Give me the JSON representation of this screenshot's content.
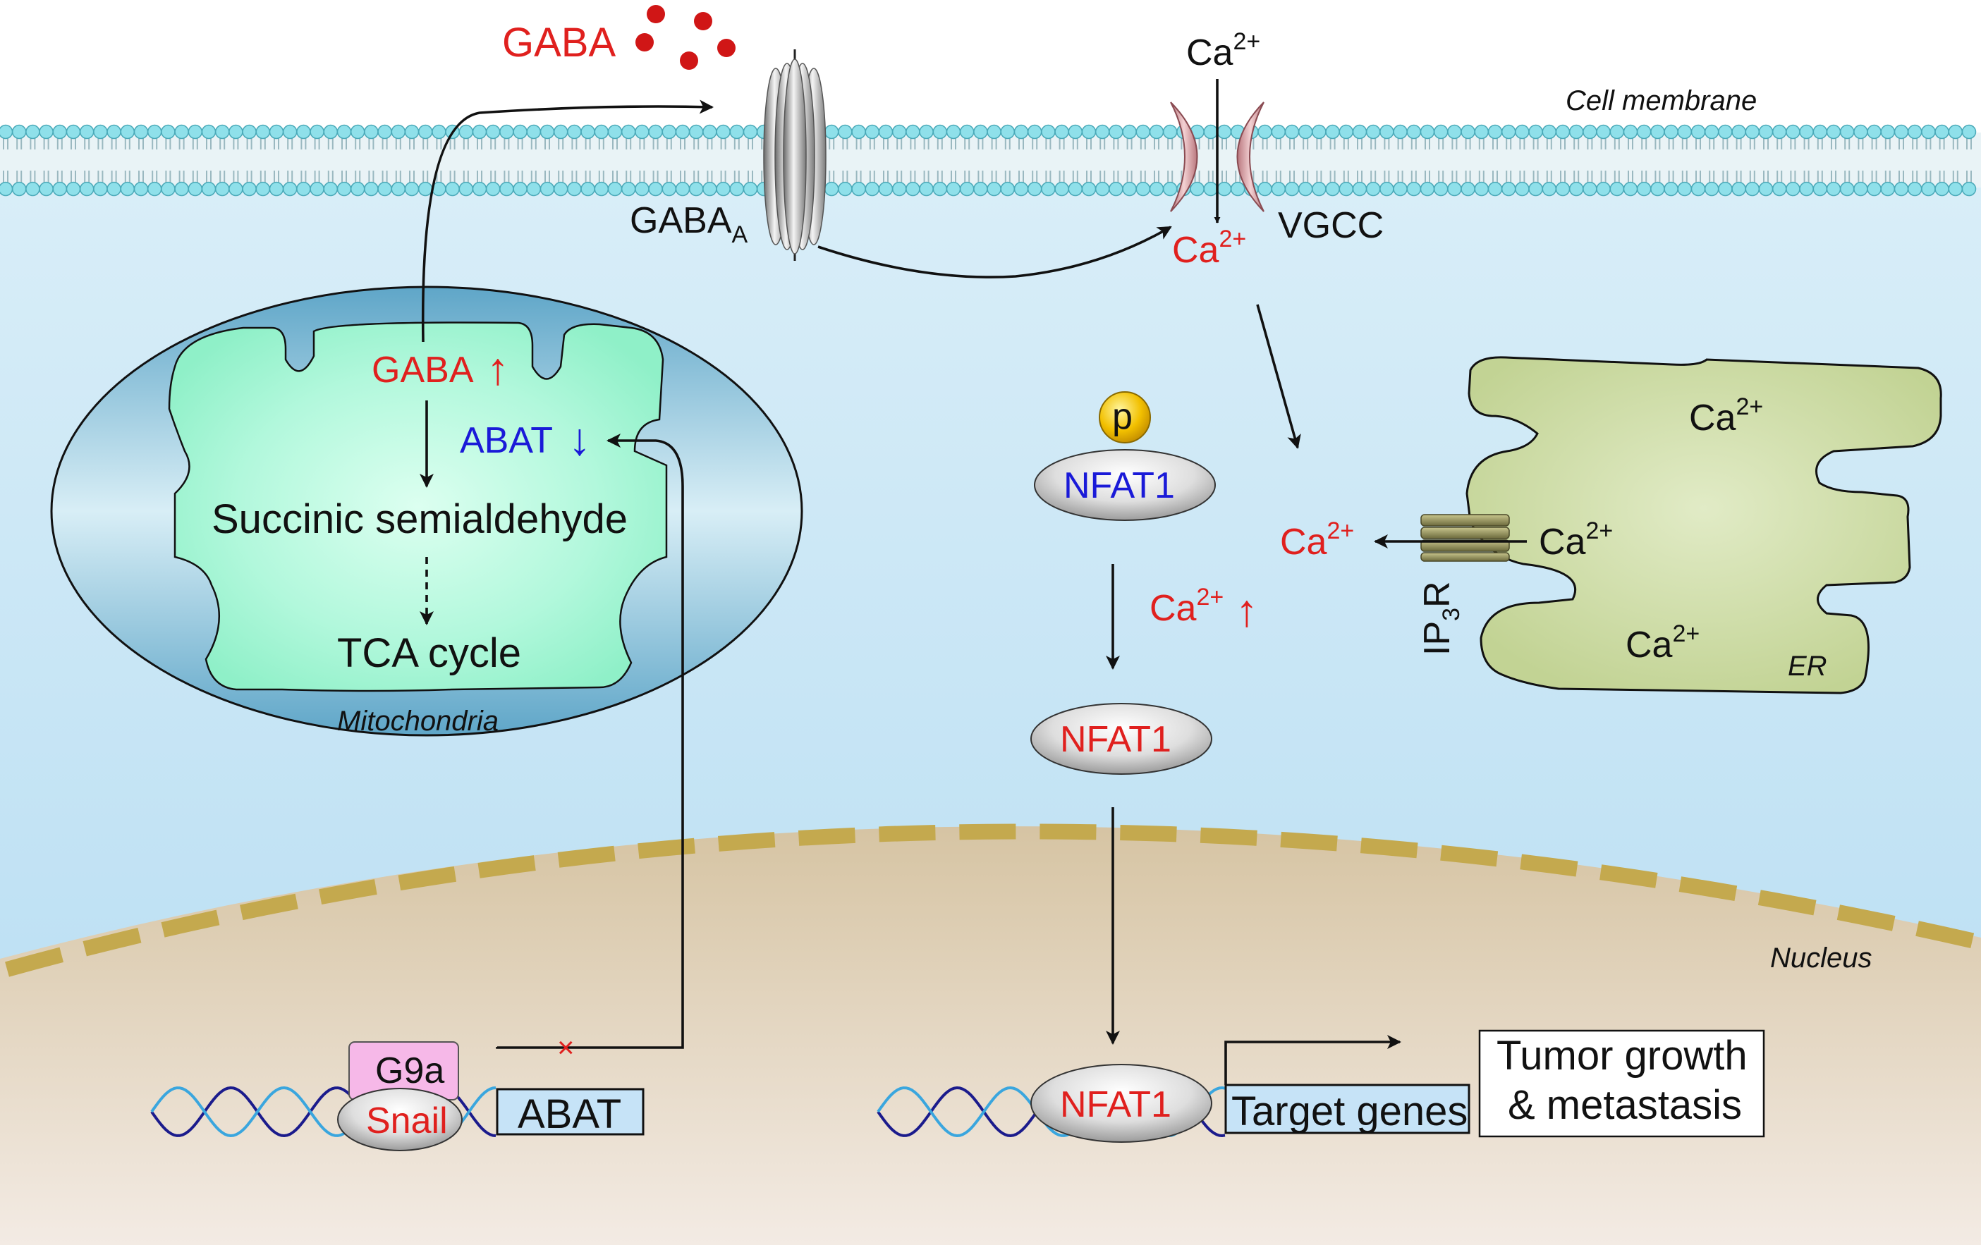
{
  "labels": {
    "gaba_outside": "GABA",
    "gaba_a_base": "GABA",
    "gaba_a_sub": "A",
    "cell_membrane": "Cell membrane",
    "ca_outside_base": "Ca",
    "ca_sup": "2+",
    "ca_vgcc_base": "Ca",
    "vgcc": "VGCC",
    "mito_gaba": "GABA",
    "mito_abat": "ABAT",
    "succinic": "Succinic semialdehyde",
    "tca": "TCA cycle",
    "mitochondria": "Mitochondria",
    "p": "p",
    "nfat1_phos": "NFAT1",
    "ca_up_base": "Ca",
    "nfat1_active": "NFAT1",
    "nfat1_nucleus": "NFAT1",
    "er_ca_top_base": "Ca",
    "er_ca_mid_base": "Ca",
    "er_ca_bottom_base": "Ca",
    "er": "ER",
    "ip3r_base": "IP",
    "ip3r_sub": "3",
    "ip3r_end": "R",
    "ca_cyto_base": "Ca",
    "nucleus": "Nucleus",
    "g9a": "G9a",
    "snail": "Snail",
    "abat_gene": "ABAT",
    "target_genes": "Target genes",
    "tumor_line1": "Tumor growth",
    "tumor_line2": "& metastasis",
    "blocked_mark": "×",
    "up_arrow": "↑",
    "down_arrow": "↓"
  },
  "colors": {
    "extracellular": "#ffffff",
    "cytoplasm_top": "#d9eef8",
    "cytoplasm_bottom": "#b5dcf2",
    "nucleus_top": "#d6c4a3",
    "nucleus_bottom": "#f3ebe4",
    "nuclear_envelope": "#c4a94e",
    "mito_outer": "#74b1cf",
    "mito_inner": "#a6f5d5",
    "er_fill": "#c6d59a",
    "ip3r": "#8c8a55",
    "vgcc": "#d59a9f",
    "phosphate": "#f2c000",
    "gaba_dots": "#d01616",
    "red_text": "#e0201e",
    "blue_text": "#1a1ad8",
    "dna_dark": "#1b1b8c",
    "dna_light": "#3aa6de",
    "g9a_box": "#f6b8e8",
    "gene_box": "#c6e3f7"
  }
}
